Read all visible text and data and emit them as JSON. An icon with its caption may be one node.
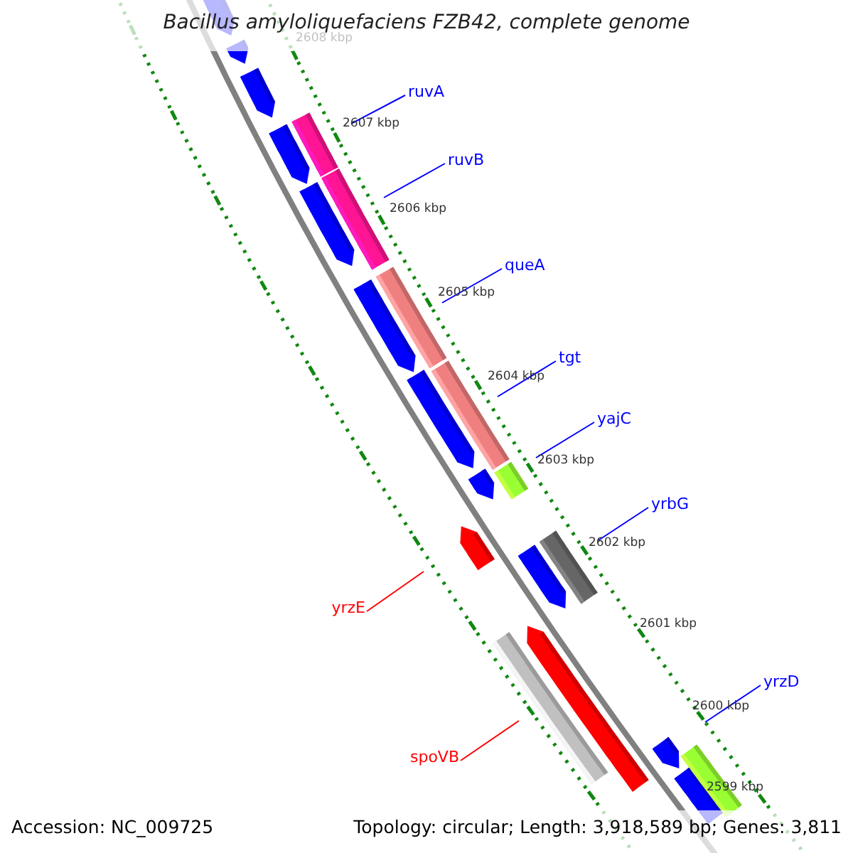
{
  "diagram": {
    "title": "Bacillus amyloliquefaciens FZB42, complete genome",
    "nodes": [
      {
        "text": [
          "ruvA"
        ]
      },
      {
        "text": [],
        "shape": "bar"
      },
      {
        "text": [
          "ruvB"
        ]
      },
      {
        "text": [],
        "shape": "bar"
      },
      {
        "text": [
          "queA"
        ]
      },
      {
        "text": [],
        "shape": "bar"
      },
      {
        "text": [
          "tgt"
        ]
      },
      {
        "text": [],
        "shape": "bar"
      },
      {
        "text": [
          "yajC"
        ]
      },
      {
        "text": [],
        "shape": "bar"
      },
      {
        "text": [
          "yrbG"
        ]
      },
      {
        "text": [],
        "shape": "bar"
      },
      {
        "text": [
          "yrzE"
        ]
      },
      {
        "text": [],
        "shape": "arrow"
      },
      {
        "text": [
          "spoVB"
        ]
      },
      {
        "text": [],
        "shape": "bar"
      },
      {
        "text": [
          "yrzD"
        ]
      },
      {
        "text": [],
        "shape": "bar"
      }
    ],
    "edges": [
      {
        "from": 0,
        "to": 1,
        "arrow": "none"
      },
      {
        "from": 2,
        "to": 3,
        "arrow": "none"
      },
      {
        "from": 4,
        "to": 5,
        "arrow": "none"
      },
      {
        "from": 6,
        "to": 7,
        "arrow": "none"
      },
      {
        "from": 8,
        "to": 9,
        "arrow": "none"
      },
      {
        "from": 10,
        "to": 11,
        "arrow": "none"
      },
      {
        "from": 12,
        "to": 13,
        "arrow": "none",
        "color": "#ff0000"
      },
      {
        "from": 14,
        "to": 15,
        "arrow": "none",
        "color": "#ff0000"
      },
      {
        "from": 16,
        "to": 17,
        "arrow": "none"
      }
    ],
    "labels": [
      "2608 kbp",
      "2607 kbp",
      "2606 kbp",
      "2605 kbp",
      "2604 kbp",
      "2603 kbp",
      "2602 kbp",
      "2601 kbp",
      "2600 kbp",
      "2599 kbp",
      "Accession: NC_009725",
      "Topology: circular; Length: 3,918,589 bp; Genes: 3,811"
    ]
  }
}
